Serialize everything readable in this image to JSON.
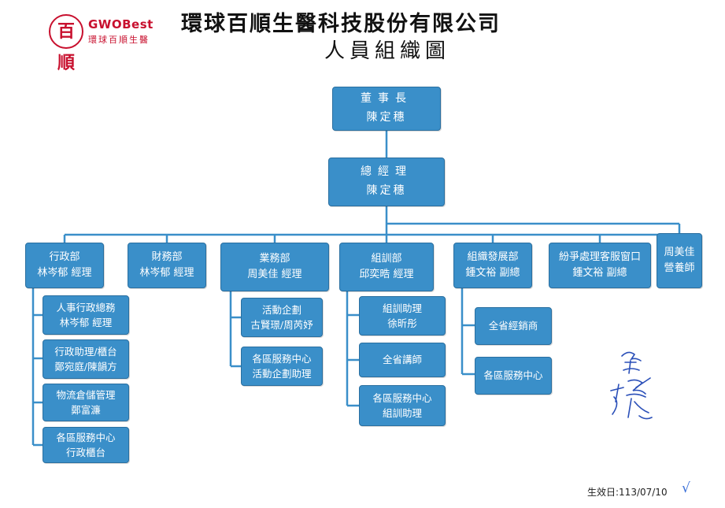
{
  "header": {
    "logo_brand": "GWOBest",
    "logo_sub": "環球百順生醫",
    "logo_seal": "百順",
    "company": "環球百順生醫科技股份有限公司",
    "subtitle": "人員組織圖"
  },
  "top": {
    "chairman": {
      "title": "董事長",
      "name": "陳定穗"
    },
    "gm": {
      "title": "總經理",
      "name": "陳定穗"
    }
  },
  "departments": [
    {
      "title": "行政部",
      "name": "林岑郁 經理"
    },
    {
      "title": "財務部",
      "name": "林岑郁 經理"
    },
    {
      "title": "業務部",
      "name": "周美佳 經理"
    },
    {
      "title": "組訓部",
      "name": "邱奕晧 經理"
    },
    {
      "title": "組織發展部",
      "name": "鍾文裕 副總"
    },
    {
      "title": "紛爭處理客服窗口",
      "name": "鍾文裕 副總"
    },
    {
      "title": "周美佳",
      "name": "營養師"
    }
  ],
  "admin_units": [
    {
      "title": "人事行政總務",
      "name": "林岑郁 經理"
    },
    {
      "title": "行政助理/櫃台",
      "name": "鄭宛庭/陳韻方"
    },
    {
      "title": "物流倉儲管理",
      "name": "鄭富濂"
    },
    {
      "title": "各區服務中心",
      "name": "行政櫃台"
    }
  ],
  "sales_units": [
    {
      "title": "活動企劃",
      "name": "古賢璟/周芮妤"
    },
    {
      "title": "各區服務中心",
      "name": "活動企劃助理"
    }
  ],
  "training_units": [
    {
      "title": "組訓助理",
      "name": "徐昕彤"
    },
    {
      "title": "全省講師",
      "name": ""
    },
    {
      "title": "各區服務中心",
      "name": "組訓助理"
    }
  ],
  "org_units": [
    {
      "title": "全省經銷商",
      "name": ""
    },
    {
      "title": "各區服務中心",
      "name": ""
    }
  ],
  "footer": {
    "effective": "生效日:113/07/10",
    "signature": "定穗",
    "check": "√"
  },
  "colors": {
    "box_fill": "#3a8fc9",
    "box_border": "#2a6fa0",
    "line": "#3a8fc9",
    "logo_red": "#c8102e"
  }
}
